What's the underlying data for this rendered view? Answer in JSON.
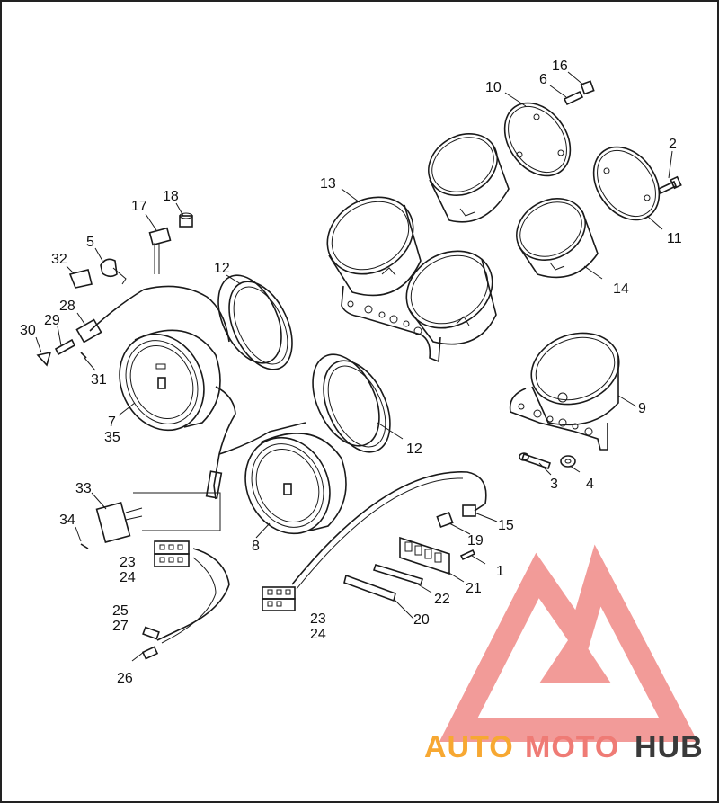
{
  "callouts": {
    "c1": "1",
    "c2": "2",
    "c3": "3",
    "c4": "4",
    "c5": "5",
    "c6": "6",
    "c7": "7",
    "c8": "8",
    "c9": "9",
    "c10": "10",
    "c11": "11",
    "c12a": "12",
    "c12b": "12",
    "c13": "13",
    "c14": "14",
    "c15": "15",
    "c16": "16",
    "c17": "17",
    "c18": "18",
    "c19": "19",
    "c20": "20",
    "c21": "21",
    "c22": "22",
    "c23a": "23",
    "c24a": "24",
    "c23b": "23",
    "c24b": "24",
    "c25": "25",
    "c26": "26",
    "c27": "27",
    "c28": "28",
    "c29": "29",
    "c30": "30",
    "c31": "31",
    "c32": "32",
    "c33": "33",
    "c34": "34",
    "c35": "35"
  },
  "watermark": {
    "part1": "AUTO",
    "part2": "MOTO",
    "part3": "HUB",
    "color_auto": "#f7a832",
    "color_moto": "#ef7b75",
    "color_hub": "#3a3a3a",
    "logo_color": "#f08a87"
  }
}
